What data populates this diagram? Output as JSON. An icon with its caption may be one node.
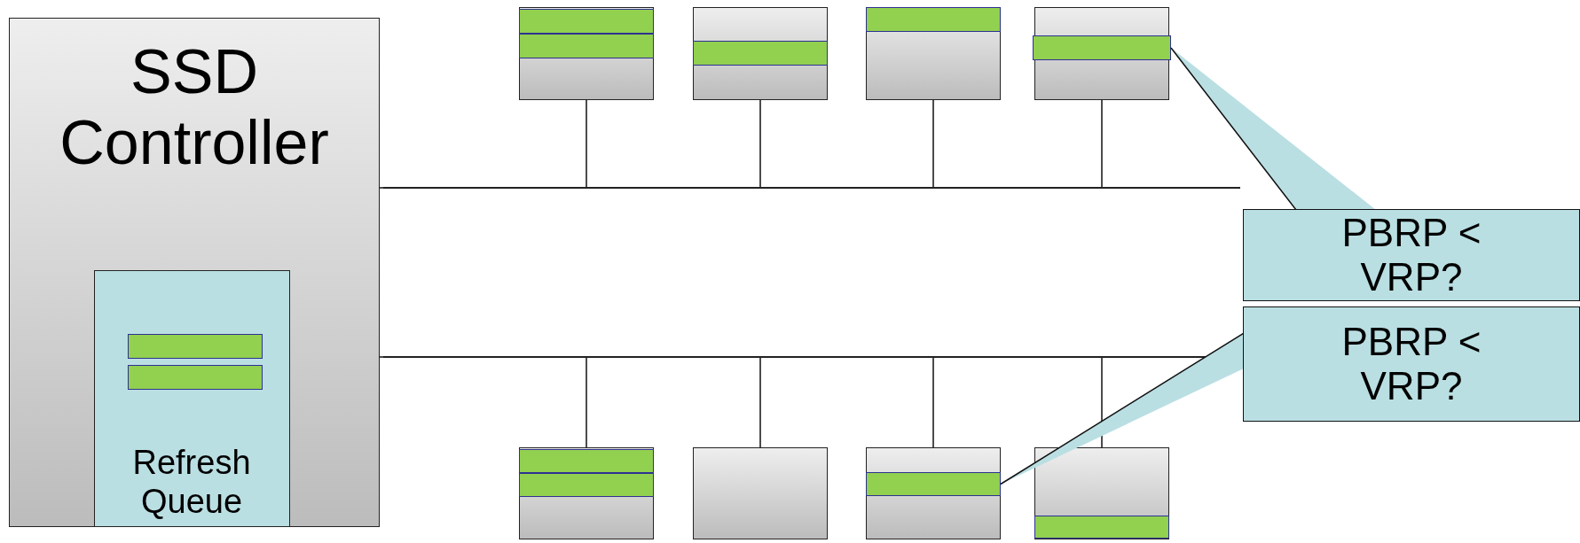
{
  "diagram": {
    "nodes": [
      {
        "text": [
          "SSD Controller"
        ]
      },
      {
        "text": [
          "Refresh Queue"
        ],
        "in": 0
      },
      {
        "text": [],
        "shape": "bar",
        "in": 1
      },
      {
        "text": [],
        "shape": "bar",
        "in": 1
      },
      {
        "text": [],
        "shape": "box"
      },
      {
        "text": [],
        "shape": "bar",
        "in": 4
      },
      {
        "text": [],
        "shape": "bar",
        "in": 4
      },
      {
        "text": [],
        "shape": "box"
      },
      {
        "text": [],
        "shape": "bar",
        "in": 7
      },
      {
        "text": [],
        "shape": "box"
      },
      {
        "text": [],
        "shape": "bar",
        "in": 9
      },
      {
        "text": [],
        "shape": "box"
      },
      {
        "text": [],
        "shape": "bar",
        "in": 11
      },
      {
        "text": [],
        "shape": "line"
      },
      {
        "text": [
          "PBRP < VRP?"
        ]
      },
      {
        "text": [],
        "shape": "line"
      },
      {
        "text": [
          "PBRP < VRP?"
        ]
      },
      {
        "text": [],
        "shape": "box"
      },
      {
        "text": [],
        "shape": "bar",
        "in": 17
      },
      {
        "text": [],
        "shape": "bar",
        "in": 17
      },
      {
        "text": [],
        "shape": "box"
      },
      {
        "text": [],
        "shape": "box"
      },
      {
        "text": [],
        "shape": "bar",
        "in": 21
      },
      {
        "text": [],
        "shape": "box"
      },
      {
        "text": [],
        "shape": "bar",
        "in": 23
      }
    ],
    "edges": [
      {
        "from": 0,
        "to": 13,
        "arrow": "none"
      },
      {
        "from": 0,
        "to": 15,
        "arrow": "none"
      },
      {
        "from": 13,
        "to": 4,
        "arrow": "none"
      },
      {
        "from": 13,
        "to": 7,
        "arrow": "none"
      },
      {
        "from": 13,
        "to": 9,
        "arrow": "none"
      },
      {
        "from": 13,
        "to": 11,
        "arrow": "none"
      },
      {
        "from": 15,
        "to": 17,
        "arrow": "none"
      },
      {
        "from": 15,
        "to": 20,
        "arrow": "none"
      },
      {
        "from": 15,
        "to": 21,
        "arrow": "none"
      },
      {
        "from": 15,
        "to": 23,
        "arrow": "none"
      },
      {
        "from": 14,
        "to": 12,
        "arrow": "none"
      },
      {
        "from": 16,
        "to": 22,
        "arrow": "none"
      }
    ]
  }
}
